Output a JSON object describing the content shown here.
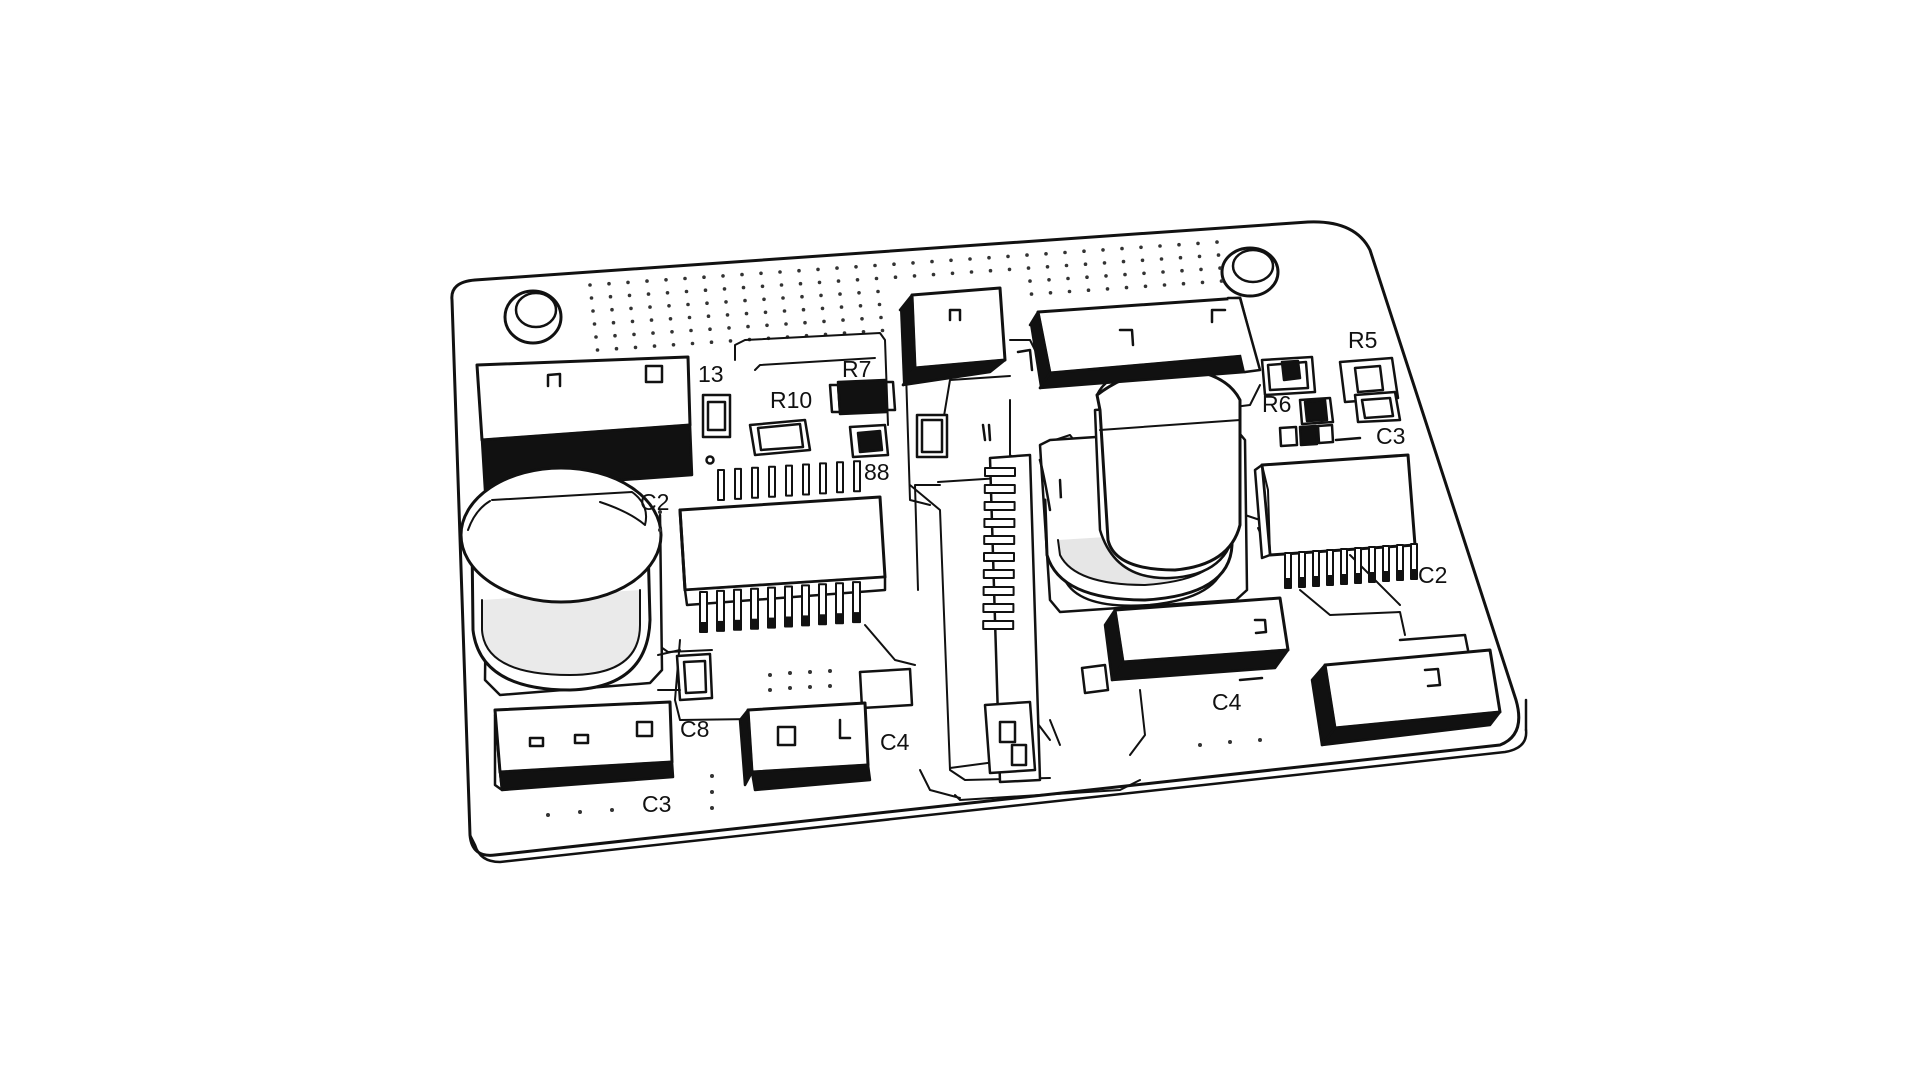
{
  "colors": {
    "ink": "#111111",
    "paper": "#ffffff",
    "shade": "#f4f4f4"
  },
  "labels": {
    "c13": "13",
    "r7": "R7",
    "r10": "R10",
    "n88": "88",
    "c2_left": "C2",
    "c8": "C8",
    "c4_left": "C4",
    "c3_left": "C3",
    "r5": "R5",
    "r6": "R6",
    "c3_right": "C3",
    "c2_right": "C2",
    "c4_right": "C4"
  }
}
